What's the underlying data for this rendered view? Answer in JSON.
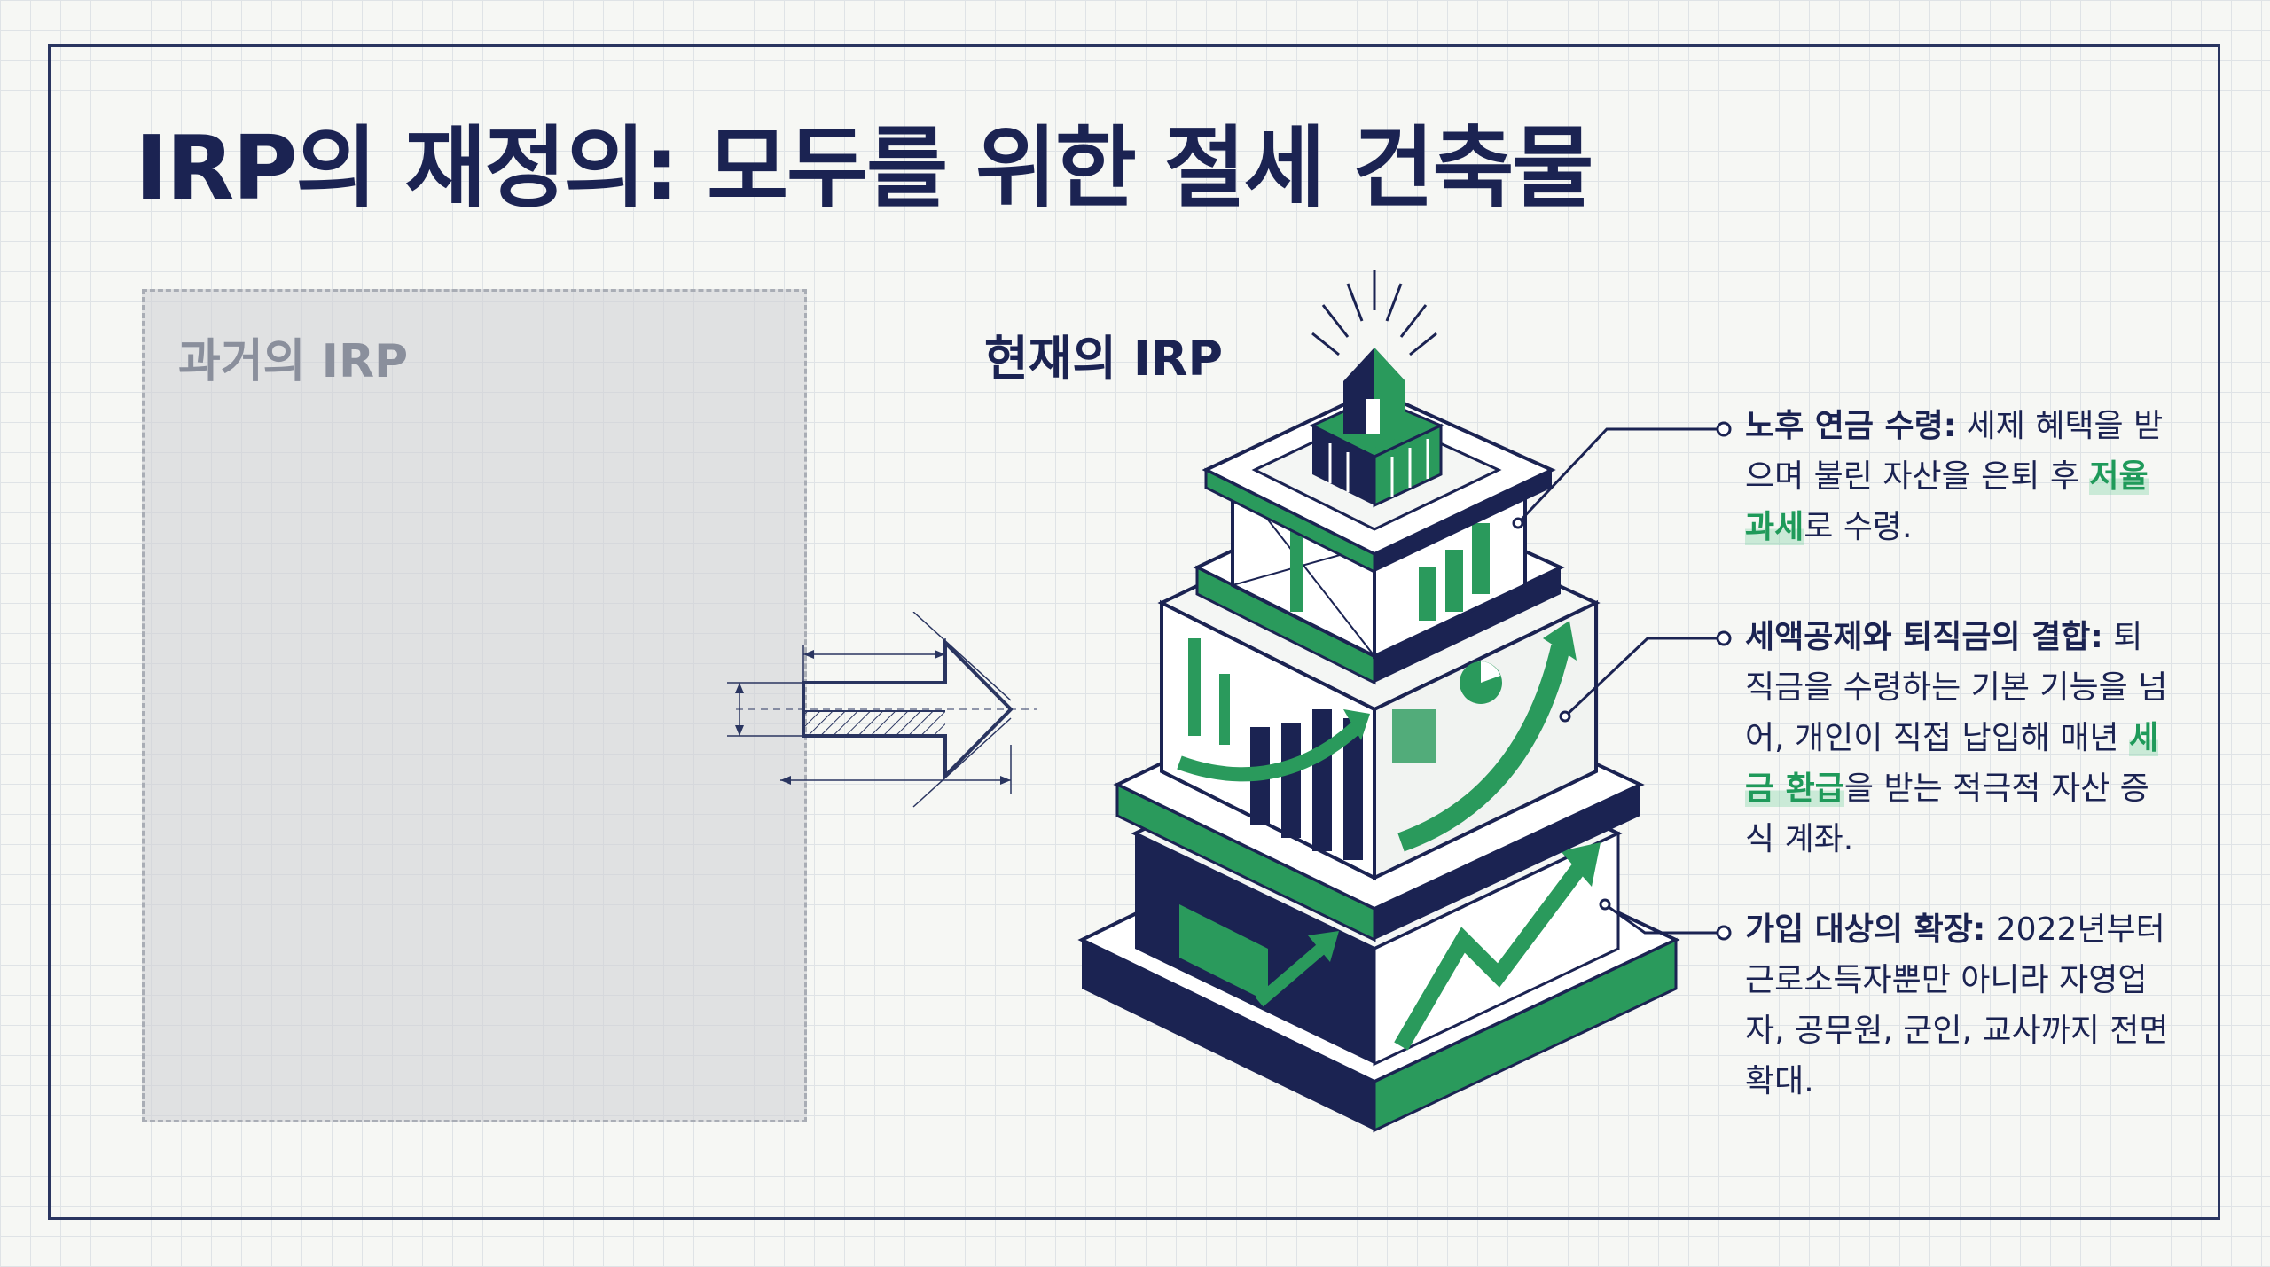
{
  "title": "IRP의 재정의: 모두를 위한 절세 건축물",
  "past": {
    "label": "과거의 IRP"
  },
  "present": {
    "label": "현재의 IRP"
  },
  "callouts": [
    {
      "head": "노후 연금 수령:",
      "text1": " 세제 혜택을 받으며 불린 자산을 은퇴 후 ",
      "highlight": "저율 과세",
      "text2": "로 수령."
    },
    {
      "head": "세액공제와 퇴직금의 결합:",
      "text1": " 퇴직금을 수령하는 기본 기능을 넘어, 개인이 직접 납입해 매년 ",
      "highlight": "세금 환급",
      "text2": "을 받는 적극적 자산 증식 계좌."
    },
    {
      "head": "가입 대상의 확장:",
      "text1": " 2022년부터 근로소득자뿐만 아니라 자영업자, 공무원, 군인, 교사까지 전면 확대.",
      "highlight": "",
      "text2": ""
    }
  ],
  "colors": {
    "navy": "#1b2352",
    "green": "#2a9a5c",
    "dark_green": "#1d6e45",
    "past_gray": "#8a8f9c"
  }
}
